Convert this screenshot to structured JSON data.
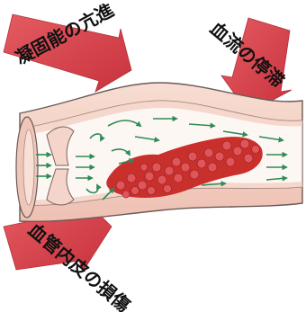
{
  "labels": {
    "top_left": "凝固能の亢進",
    "top_right": "血流の停滞",
    "bottom_left": "血管内皮の損傷"
  },
  "colors": {
    "arrow_red": "#d63a45",
    "vessel_wall": "#f3d2c6",
    "vessel_outline": "#6b5a56",
    "lumen": "#fdf7f3",
    "clot": "#c9302c",
    "flow_arrow": "#2e8b57"
  },
  "icons": {
    "triad_arrows": "wide-red-arrow",
    "flow": "green-flow-arrow",
    "thrombus": "red-blood-cell-cluster"
  }
}
